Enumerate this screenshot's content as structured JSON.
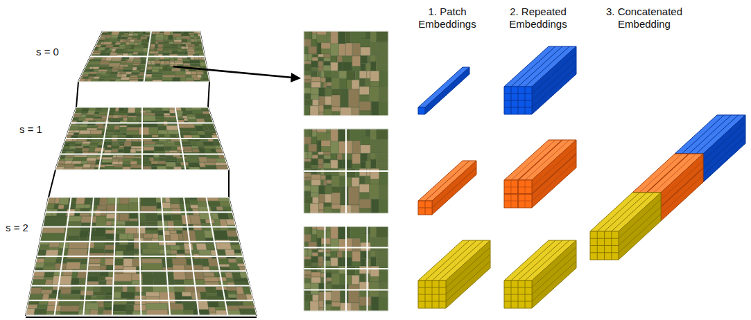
{
  "diagram": {
    "labels": [
      "1. Patch Embeddings",
      "2. Repeated Embeddings",
      "3. Concatenated Embedding",
      "s = 0",
      "s = 1",
      "s = 2"
    ]
  }
}
